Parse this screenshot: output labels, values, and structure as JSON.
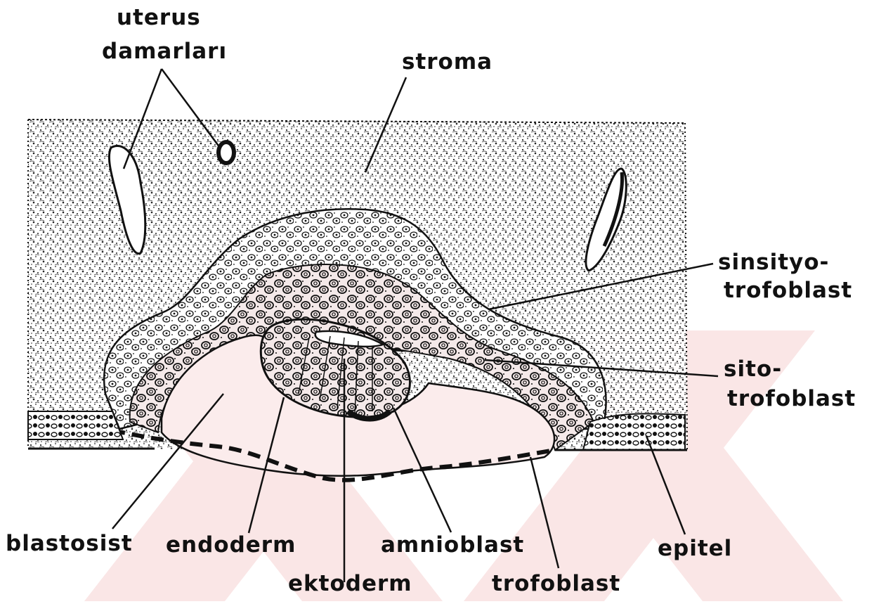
{
  "labels": {
    "uterus_line1": "uterus",
    "uterus_line2": "damarları",
    "stroma": "stroma",
    "sinsityo_line1": "sinsityo-",
    "sinsityo_line2": "trofoblast",
    "sito_line1": "sito-",
    "sito_line2": "trofoblast",
    "blastosist": "blastosist",
    "endoderm": "endoderm",
    "ektoderm": "ektoderm",
    "amnioblast": "amnioblast",
    "trofoblast": "trofoblast",
    "epitel": "epitel"
  },
  "colors": {
    "ink": "#111111",
    "watermark": "#f6d2d2",
    "background": "#ffffff"
  }
}
